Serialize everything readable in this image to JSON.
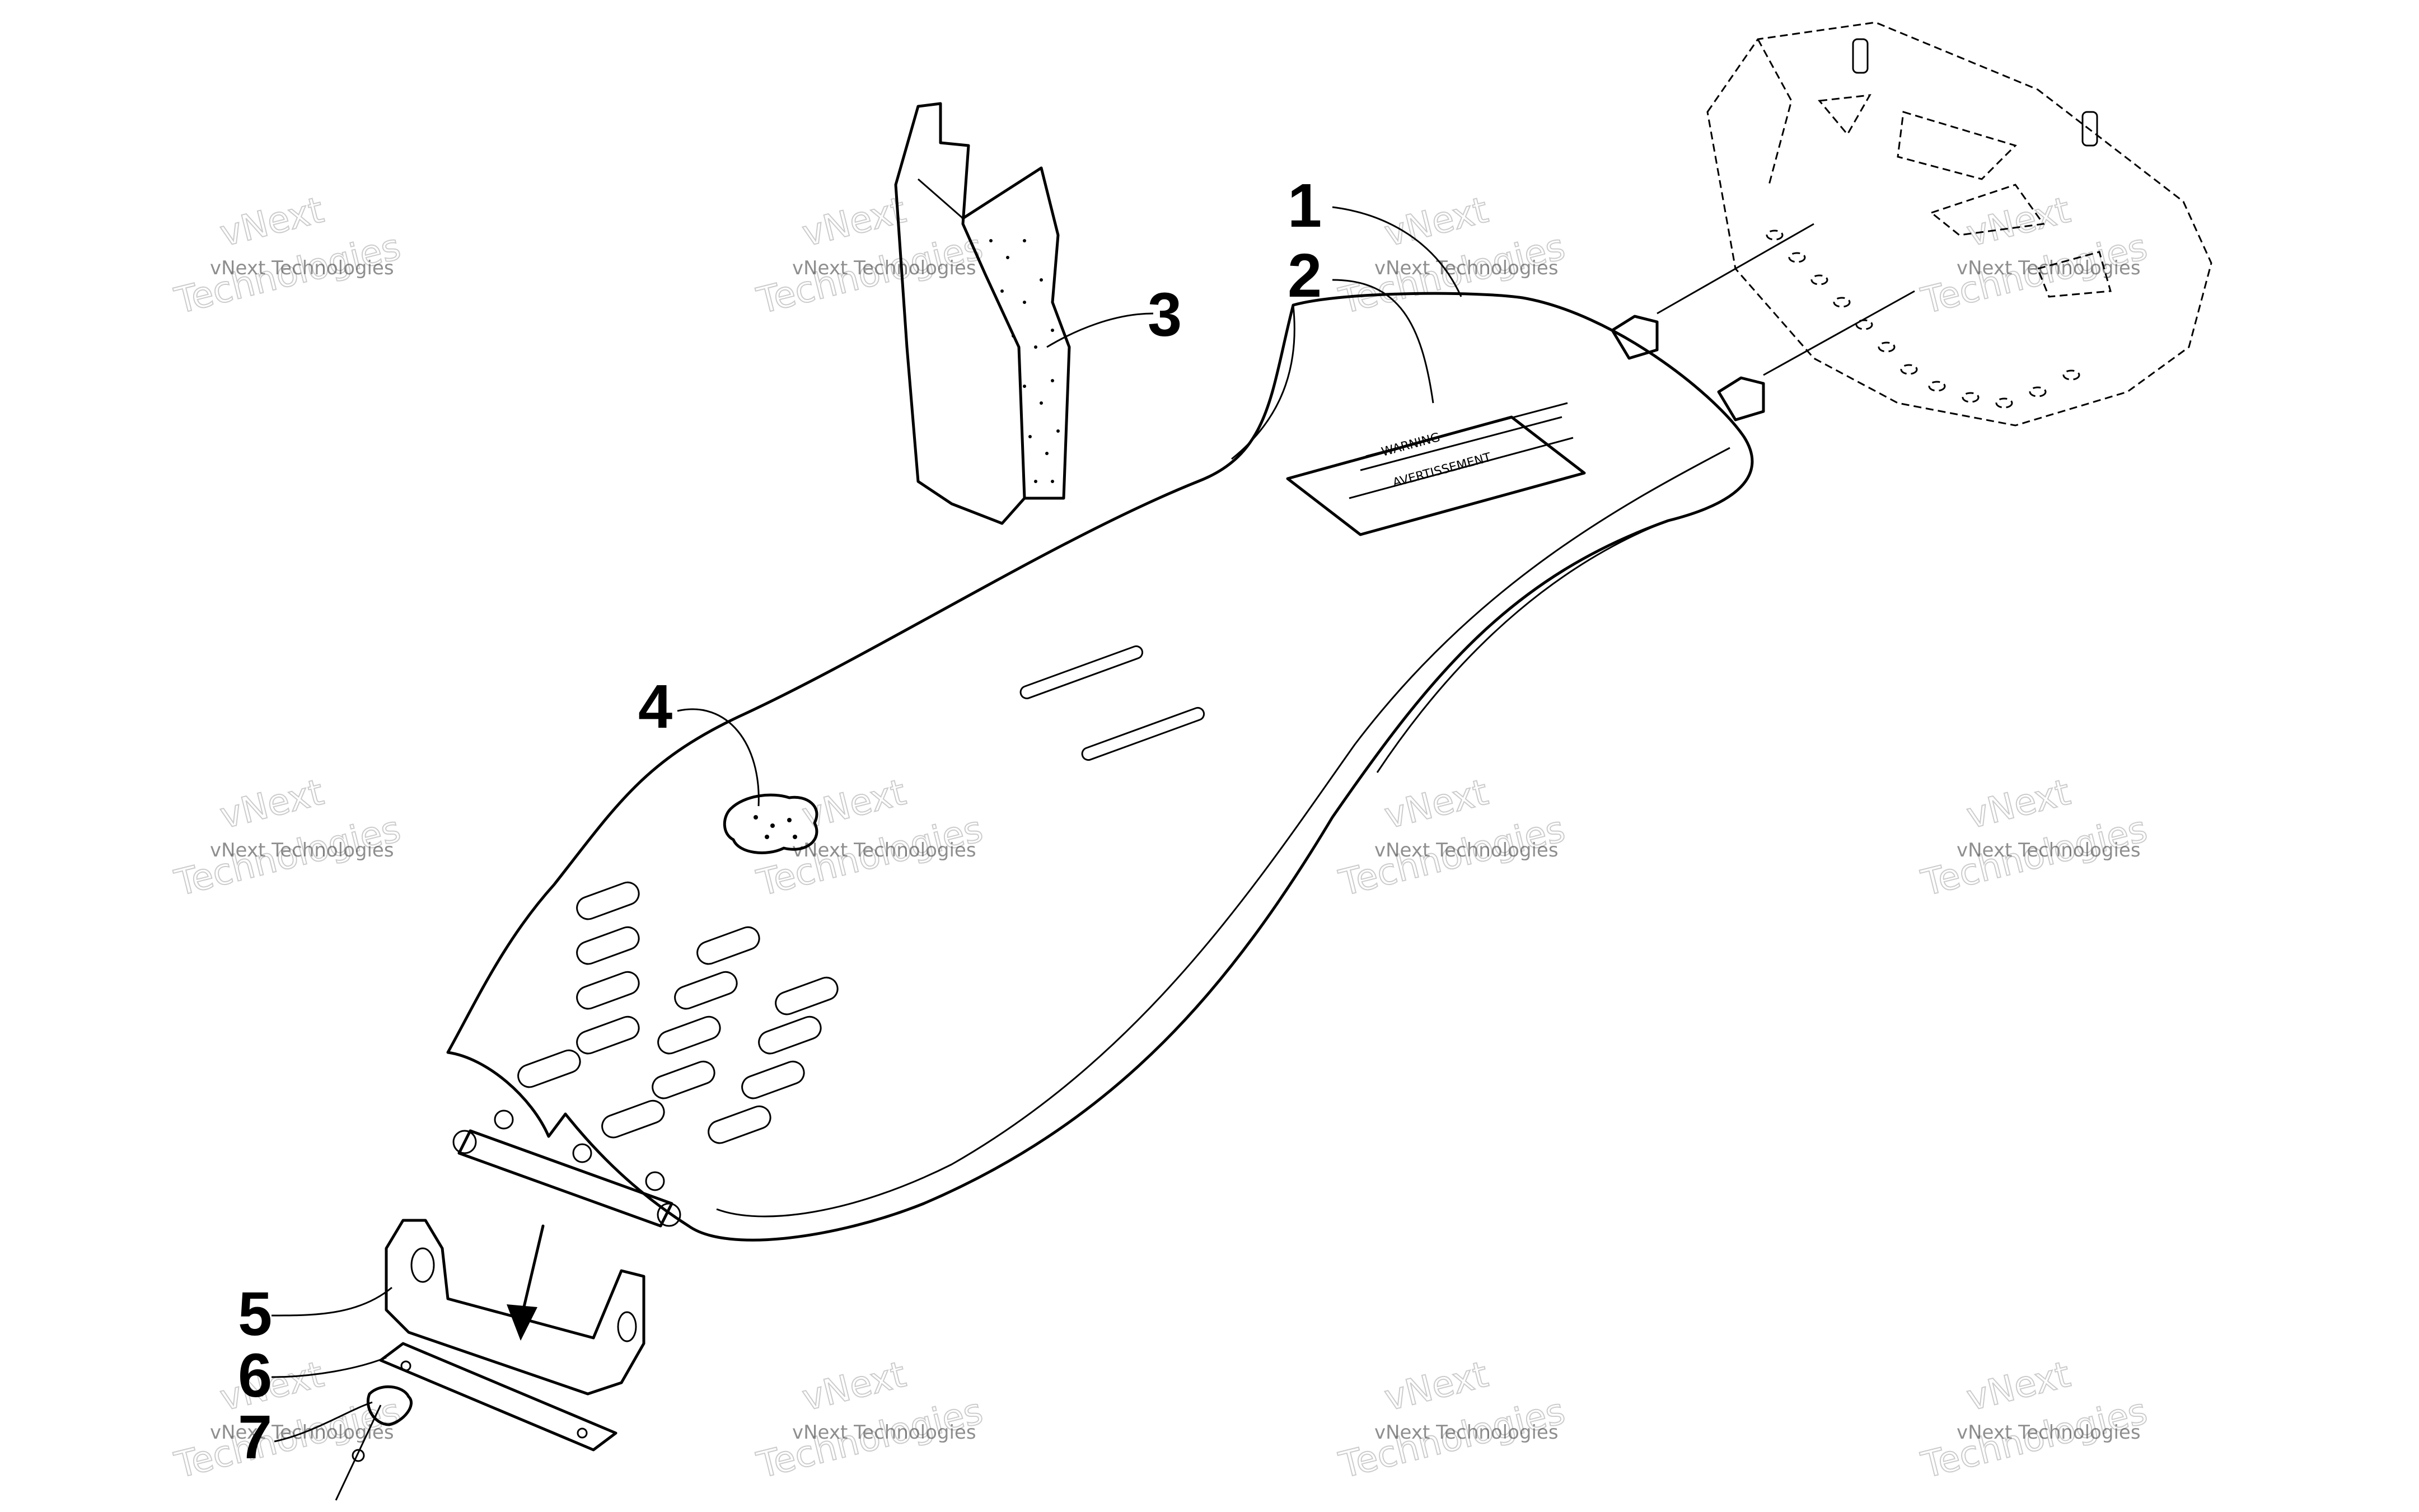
{
  "callouts": [
    "1",
    "2",
    "3",
    "4",
    "5",
    "6",
    "7"
  ],
  "decal": {
    "line1": "WARNING",
    "line2": "AVERTISSEMENT"
  },
  "watermark": {
    "small": "vNext Technologies",
    "large_line1": "vNext",
    "large_line2": "Technologies"
  }
}
